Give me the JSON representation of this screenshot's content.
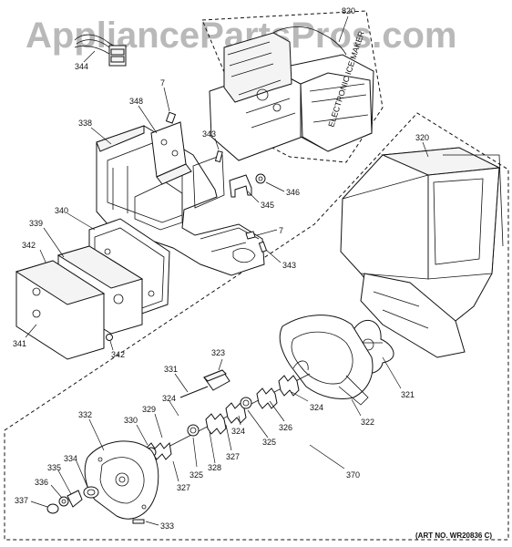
{
  "watermark": "AppliancePartsPros.com",
  "art_number": "(ART NO. WR20836 C)",
  "electronic_label": "ELECTRONIC ICE MAKER",
  "callouts": {
    "c820": "820",
    "c344": "344",
    "c7a": "7",
    "c348": "348",
    "c338": "338",
    "c343a": "343",
    "c346": "346",
    "c345": "345",
    "c7b": "7",
    "c343b": "343",
    "c340": "340",
    "c339": "339",
    "c342a": "342",
    "c341": "341",
    "c342b": "342",
    "c320": "320",
    "c321": "321",
    "c322": "322",
    "c323": "323",
    "c331": "331",
    "c324a": "324",
    "c324b": "324",
    "c324c": "324",
    "c329": "329",
    "c330": "330",
    "c332": "332",
    "c325a": "325",
    "c325b": "325",
    "c326": "326",
    "c327a": "327",
    "c327b": "327",
    "c328": "328",
    "c334": "334",
    "c335": "335",
    "c336": "336",
    "c337": "337",
    "c333": "333",
    "c370": "370"
  }
}
